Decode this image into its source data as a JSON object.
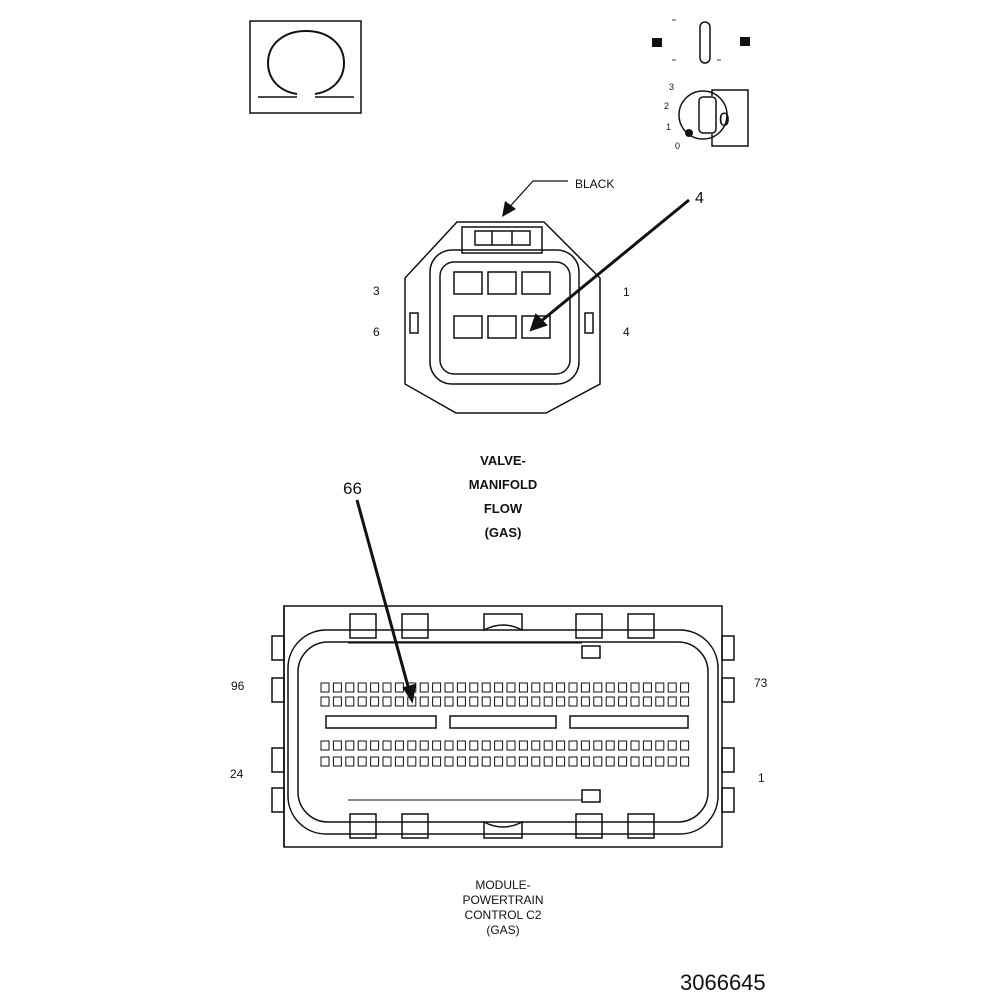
{
  "ohm_symbol": "Ω",
  "ignition": {
    "positions": [
      "3",
      "2",
      "1",
      "0"
    ],
    "key_text": "0"
  },
  "connector_top": {
    "color_label": "BLACK",
    "callout_pin": "4",
    "pin_left_top": "3",
    "pin_left_bottom": "6",
    "pin_right_top": "1",
    "pin_right_bottom": "4",
    "title_lines": [
      "VALVE-",
      "MANIFOLD",
      "FLOW",
      "(GAS)"
    ]
  },
  "connector_bottom": {
    "callout_pin": "66",
    "pin_left_top": "96",
    "pin_left_bottom": "24",
    "pin_right_top": "73",
    "pin_right_bottom": "1",
    "title_lines": [
      "MODULE-",
      "POWERTRAIN",
      "CONTROL C2",
      "(GAS)"
    ]
  },
  "figure_number": "3066645"
}
